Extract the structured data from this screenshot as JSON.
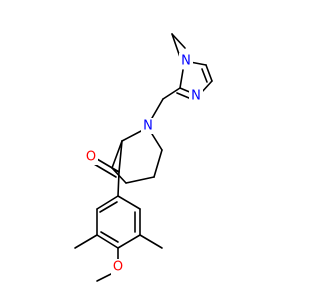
{
  "colors": {
    "carbon_bond": "#000000",
    "nitrogen": "#0000ff",
    "oxygen": "#ff0000",
    "background": "#ffffff"
  },
  "atoms": {
    "n_ring_top": "N",
    "n_ring_mid": "N",
    "n_piperidine": "N",
    "o_carbonyl": "O",
    "o_methoxy": "O"
  }
}
